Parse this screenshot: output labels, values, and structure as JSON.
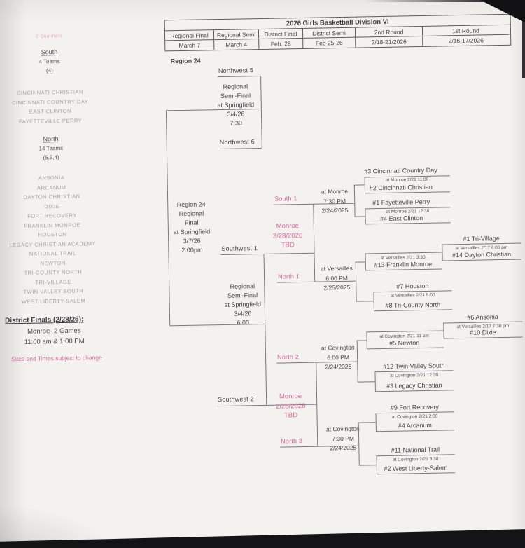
{
  "colors": {
    "accent_pink": "#d9689e",
    "ink": "#45454b",
    "faded_list": "#a2a2ab"
  },
  "schedule_table": {
    "title": "2026 Girls Basketball Division VI",
    "columns": [
      {
        "round": "Regional Final",
        "date": "March 7"
      },
      {
        "round": "Regional Semi",
        "date": "March 4"
      },
      {
        "round": "District Final",
        "date": "Feb. 28"
      },
      {
        "round": "District Semi",
        "date": "Feb 25-26"
      },
      {
        "round": "2nd Round",
        "date": "2/18-21/2026"
      },
      {
        "round": "1st Round",
        "date": "2/16-17/2026"
      }
    ]
  },
  "sidebar": {
    "qualifiers_note": "2 Qualifiers",
    "south": {
      "heading": "South",
      "count": "4 Teams",
      "split": "(4)",
      "teams": [
        "CINCINNATI CHRISTIAN",
        "CINCINNATI COUNTRY DAY",
        "EAST CLINTON",
        "FAYETTEVILLE PERRY"
      ]
    },
    "north": {
      "heading": "North",
      "count": "14 Teams",
      "split": "(5,5,4)",
      "teams": [
        "ANSONIA",
        "ARCANUM",
        "DAYTON CHRISTIAN",
        "DIXIE",
        "FORT RECOVERY",
        "FRANKLIN MONROE",
        "HOUSTON",
        "LEGACY CHRISTIAN ACADEMY",
        "NATIONAL TRAIL",
        "NEWTON",
        "TRI-COUNTY NORTH",
        "TRI-VILLAGE",
        "TWIN VALLEY SOUTH",
        "WEST LIBERTY-SALEM"
      ]
    },
    "district_finals": {
      "heading": "District Finals (2/28/26):",
      "detail": "Monroe- 2 Games",
      "times": "11:00 am & 1:00 PM"
    },
    "disclaimer": "Sites and Times subject to change"
  },
  "bracket": {
    "region_label": "Region 24",
    "regional_final_text": "Region 24\nRegional\nFinal\nat Springfield\n3/7/26\n2:00pm",
    "northwest_semi": {
      "top_slot": "Northwest 5",
      "bottom_slot": "Northwest 6",
      "text": "Regional\nSemi-Final\nat Springfield\n3/4/26\n7:30"
    },
    "southwest_semi": {
      "top_slot": "Southwest 1",
      "bottom_slot": "Southwest 2",
      "text": "Regional\nSemi-Final\nat Springfield\n3/4/26\n6:00"
    },
    "district_finals": {
      "monroe_top": {
        "slot_top": "South 1",
        "slot_bottom": "North 1",
        "venue": "Monroe\n2/28/2026\nTBD"
      },
      "monroe_bottom": {
        "slot_top": "North 2",
        "slot_bottom": "North 3",
        "venue": "Monroe\n2/28/2026\nTBD"
      }
    },
    "district_semis": {
      "south1": "at Monroe\n7:30 PM\n2/24/2025",
      "north1": "at Versailles\n6:00 PM\n2/25/2025",
      "north2": "at Covington\n6:00 PM\n2/24/2025",
      "north3": "at Covington\n7:30 PM\n2/24/2025"
    },
    "games": {
      "south_a": {
        "top": "#3 Cincinnati Country Day",
        "info": "at Monroe 2/21 11:00",
        "bottom": "#2 Cincinnati Christian"
      },
      "south_b": {
        "top": "#1 Fayetteville Perry",
        "info": "at Monroe 2/21 12:30",
        "bottom": "#4 East Clinton"
      },
      "north1_first": {
        "top": "#1 Tri-Village",
        "info": "at Versailles 2/17 6:00 pm",
        "bottom": "#14 Dayton Christian"
      },
      "north1_second": {
        "info": "at Versailles 2/21 3:30",
        "team": "#13 Franklin Monroe"
      },
      "north1_b": {
        "top": "#7 Houston",
        "info": "at Versailles 2/21 5:00",
        "bottom": "#8 Tri-County North"
      },
      "north2_first": {
        "top": "#6 Ansonia",
        "info": "at Versailles 2/17 7:30 pm",
        "bottom": "#10 Dixie"
      },
      "north2_second": {
        "info": "at Covington 2/21 11 am",
        "team": "#5 Newton"
      },
      "north2_b": {
        "top": "#12 Twin Valley South",
        "info": "at Covington 2/21 12:30",
        "bottom": "#3 Legacy Christian"
      },
      "north3_a": {
        "top": "#9 Fort Recovery",
        "info": "at Covington 2/21 2:00",
        "bottom": "#4 Arcanum"
      },
      "north3_b": {
        "top": "#11 National Trail",
        "info": "at Covington 2/21 3:30",
        "bottom": "#2 West Liberty-Salem"
      }
    }
  }
}
